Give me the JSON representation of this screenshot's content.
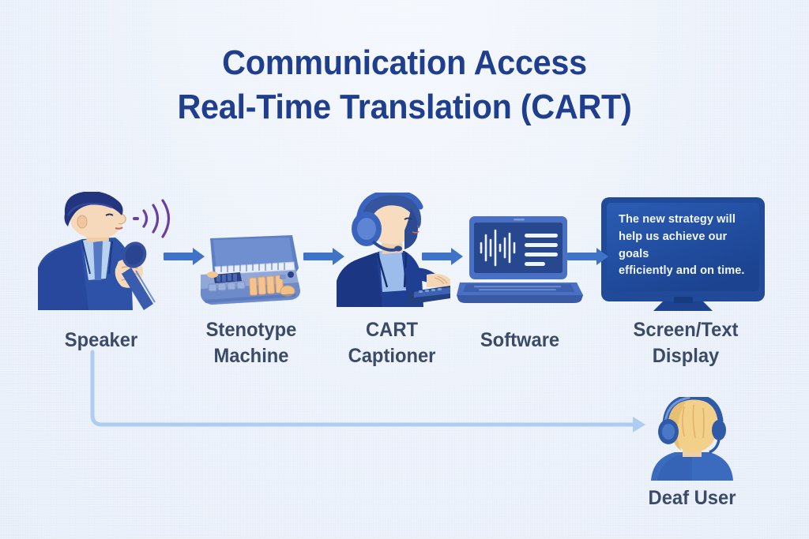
{
  "title": {
    "line1": "Communication Access",
    "line2": "Real-Time Translation (CART)"
  },
  "colors": {
    "background": "#eef3fb",
    "title_blue": "#1f3f8e",
    "label_slate": "#3b4a66",
    "arrow_blue": "#3f73c8",
    "connector_blue": "#aecdf0",
    "deep_navy": "#1c357e",
    "mid_blue": "#3a64b4",
    "soundwave_purple": "#6b3fa0",
    "skin": "#f6d9bb",
    "hair_blonde": "#f3d08a",
    "screen_navy": "#1e4b9c"
  },
  "flow": {
    "nodes": [
      {
        "id": "speaker",
        "label_line1": "Speaker",
        "label_line2": ""
      },
      {
        "id": "stenotype",
        "label_line1": "Stenotype",
        "label_line2": "Machine"
      },
      {
        "id": "captioner",
        "label_line1": "CART",
        "label_line2": "Captioner"
      },
      {
        "id": "software",
        "label_line1": "Software",
        "label_line2": ""
      },
      {
        "id": "display",
        "label_line1": "Screen/Text",
        "label_line2": "Display"
      }
    ],
    "arrows": [
      {
        "from": "speaker",
        "to": "stenotype"
      },
      {
        "from": "stenotype",
        "to": "captioner"
      },
      {
        "from": "captioner",
        "to": "software"
      },
      {
        "from": "software",
        "to": "display"
      }
    ],
    "feedback": {
      "from": "speaker",
      "to": "deaf-user"
    }
  },
  "display_screen": {
    "caption_text": "The new strategy will help us achieve our goals efficiently and on time.",
    "caption_lines": [
      "The new strategy will",
      "help us achieve our goals",
      "efficiently and on time."
    ]
  },
  "deaf_user": {
    "label": "Deaf User"
  },
  "icons": {
    "speaker": "person-speaking-into-microphone-icon",
    "microphone": "microphone-icon",
    "soundwave": "sound-wave-icon",
    "stenotype": "stenotype-machine-icon",
    "captioner": "person-with-headset-typing-icon",
    "headset": "headset-icon",
    "laptop": "laptop-icon",
    "waveform": "audio-waveform-icon",
    "text_lines": "text-lines-icon",
    "display": "television-display-icon",
    "deaf_user": "person-with-headphones-back-view-icon",
    "arrow": "arrow-right-icon",
    "feedback_arrow": "feedback-arrow-icon"
  }
}
